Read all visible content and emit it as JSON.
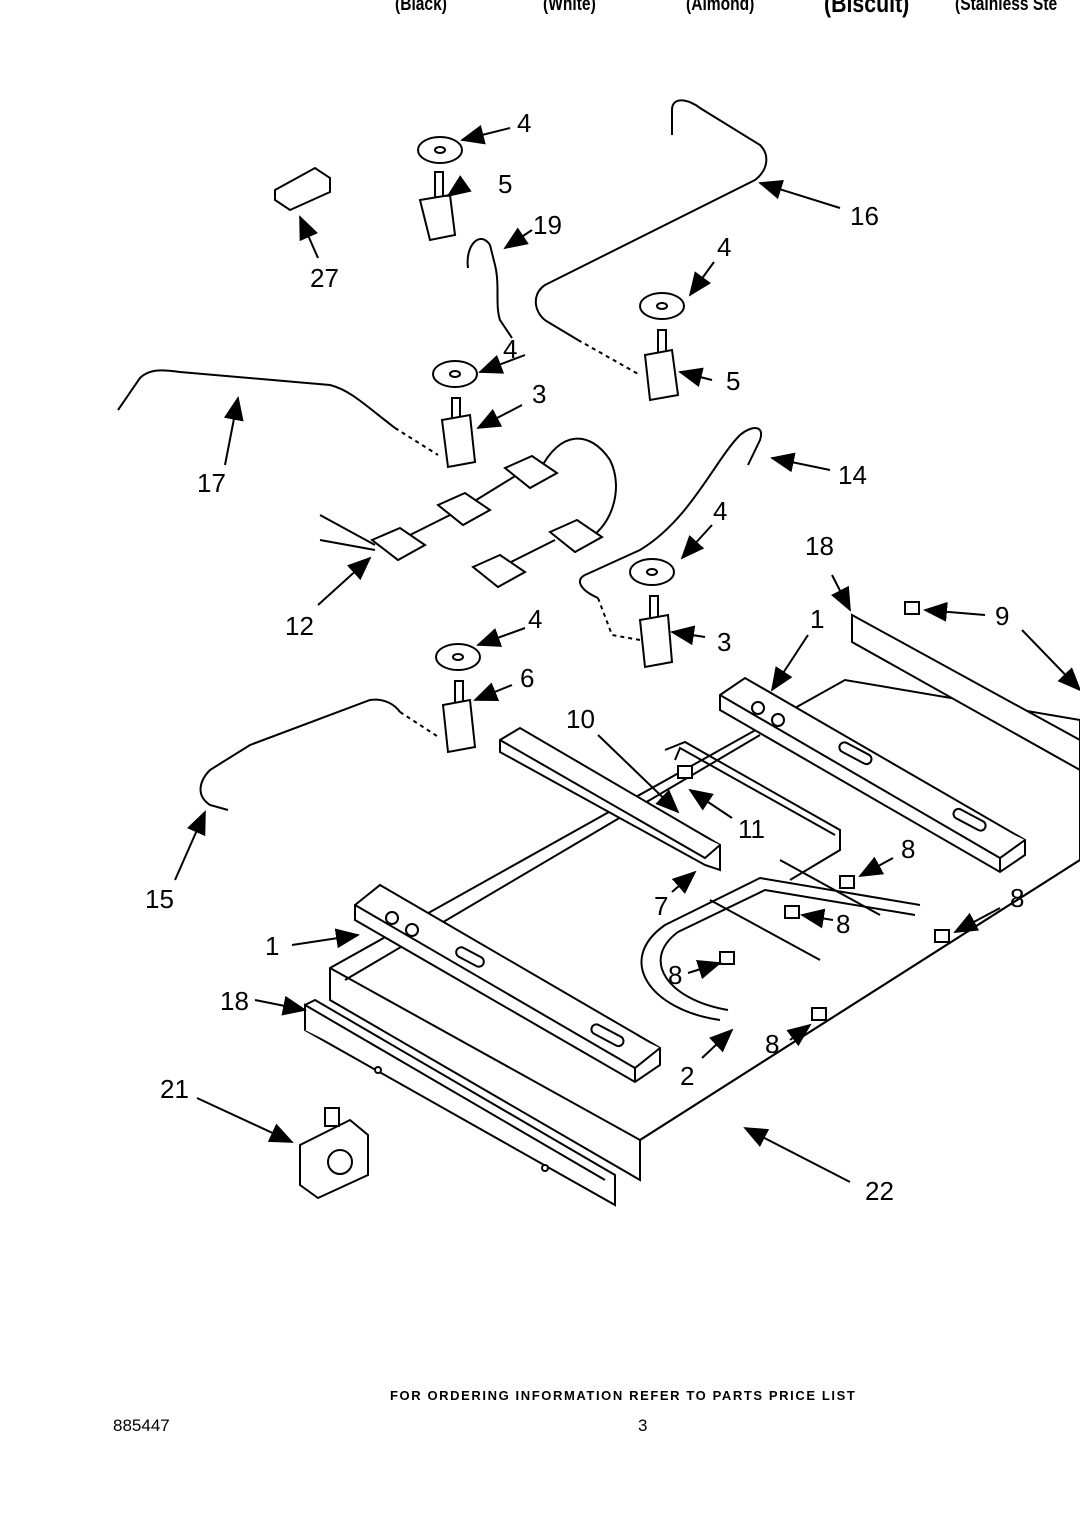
{
  "header": {
    "columns": [
      "(Black)",
      "(White)",
      "(Almond)",
      "(Biscuit)",
      "(Stainless Ste"
    ]
  },
  "callouts": [
    "4",
    "5",
    "19",
    "16",
    "27",
    "4",
    "4",
    "5",
    "3",
    "17",
    "14",
    "4",
    "12",
    "4",
    "3",
    "6",
    "18",
    "1",
    "9",
    "10",
    "11",
    "15",
    "8",
    "7",
    "8",
    "1",
    "8",
    "8",
    "18",
    "8",
    "21",
    "2",
    "22"
  ],
  "footer": {
    "note": "FOR ORDERING INFORMATION REFER TO PARTS PRICE LIST",
    "doc_number": "885447",
    "page_number": "3"
  }
}
